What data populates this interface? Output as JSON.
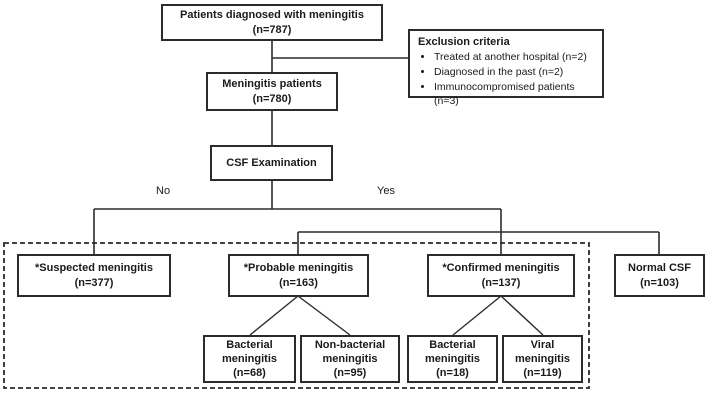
{
  "colors": {
    "line": "#2b2b2b",
    "box_border": "#2b2b2b",
    "background": "#ffffff",
    "text": "#1a1a1a"
  },
  "branch_labels": {
    "no": "No",
    "yes": "Yes"
  },
  "nodes": {
    "patients_diagnosed": {
      "line1": "Patients diagnosed with meningitis",
      "line2": "(n=787)"
    },
    "meningitis_patients": {
      "line1": "Meningitis patients",
      "line2": "(n=780)"
    },
    "csf_examination": {
      "line1": "CSF Examination"
    },
    "suspected_meningitis": {
      "line1": "*Suspected meningitis",
      "line2": "(n=377)"
    },
    "probable_meningitis": {
      "line1": "*Probable meningitis",
      "line2": "(n=163)"
    },
    "confirmed_meningitis": {
      "line1": "*Confirmed meningitis",
      "line2": "(n=137)"
    },
    "normal_csf": {
      "line1": "Normal CSF",
      "line2": "(n=103)"
    },
    "bacterial_meningitis_probable": {
      "line1": "Bacterial",
      "line2": "meningitis",
      "line3": "(n=68)"
    },
    "non_bacterial_meningitis": {
      "line1": "Non-bacterial",
      "line2": "meningitis",
      "line3": "(n=95)"
    },
    "bacterial_meningitis_confirmed": {
      "line1": "Bacterial",
      "line2": "meningitis",
      "line3": "(n=18)"
    },
    "viral_meningitis": {
      "line1": "Viral",
      "line2": "meningitis",
      "line3": "(n=119)"
    }
  },
  "exclusion": {
    "title": "Exclusion criteria",
    "items": [
      "Treated at another hospital (n=2)",
      "Diagnosed in the past (n=2)",
      "Immunocompromised patients (n=3)"
    ]
  }
}
